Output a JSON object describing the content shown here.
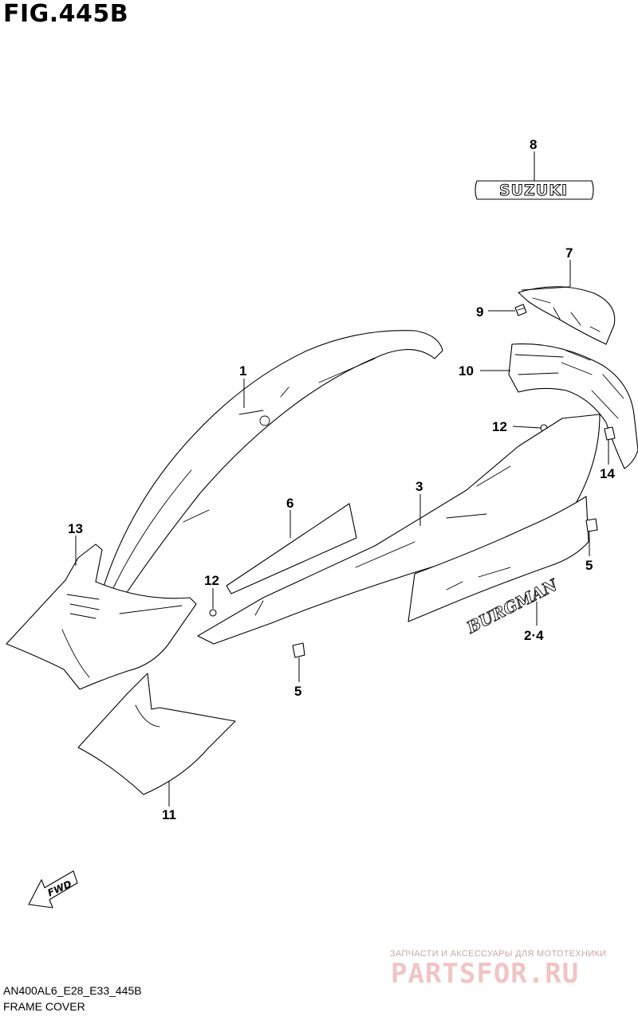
{
  "figure": {
    "title": "FIG.445B"
  },
  "footer": {
    "model_code": "AN400AL6_E28_E33_445B",
    "section_name": "FRAME COVER"
  },
  "badges": {
    "suzuki_emblem": "SUZUKI",
    "burgman_emblem": "BURGMAN",
    "fwd_arrow": "FWD"
  },
  "callouts": [
    "1",
    "2·4",
    "3",
    "5",
    "5",
    "6",
    "7",
    "8",
    "9",
    "10",
    "11",
    "12",
    "12",
    "13",
    "14"
  ],
  "watermark": {
    "tagline": "ЗАПЧАСТИ И АКСЕССУАРЫ ДЛЯ МОТОТЕХНИКИ",
    "logo": "PARTSFOR.RU"
  }
}
